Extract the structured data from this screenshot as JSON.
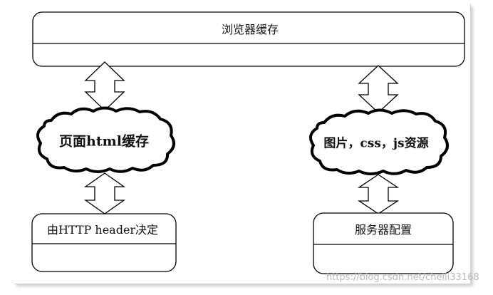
{
  "browser_cache": {
    "title": "浏览器缓存"
  },
  "html_cache": {
    "label": "页面html缓存"
  },
  "static_cache": {
    "label": "图片，css，js资源"
  },
  "http_header": {
    "label": "由HTTP header决定"
  },
  "server_config": {
    "label": "服务器配置"
  },
  "watermark": {
    "text": "https://blog.csdn.net/chelli33168"
  },
  "colors": {
    "stroke": "#000000",
    "background": "#ffffff",
    "watermark": "#b9b9b9"
  }
}
